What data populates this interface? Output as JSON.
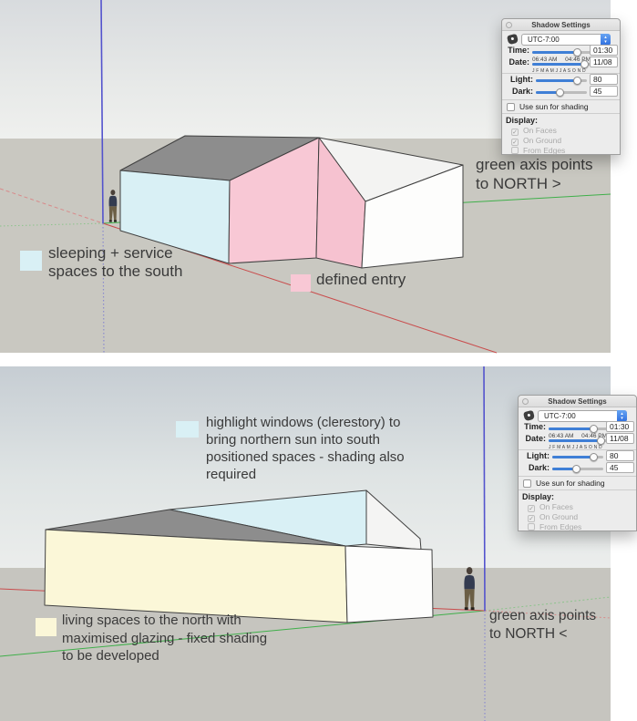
{
  "colors": {
    "face_blue": "#d9f0f5",
    "face_pink": "#f8c8d5",
    "face_pink2": "#f6c2d0",
    "face_yellow": "#fbf7d8",
    "roof_gray": "#8d8d8d",
    "roof_white": "#f3f3f2",
    "wall_white": "#fdfdfc",
    "gable_white": "#f4f4f3",
    "axis_red": "#c94c4c",
    "axis_green": "#3faf4a",
    "axis_blue": "#5353cd",
    "annotation_text": "#3a3a3a"
  },
  "scene_top": {
    "annotations": {
      "sleeping_line1": "sleeping + service",
      "sleeping_line2": "spaces to the south",
      "entry_label": "defined entry",
      "north_line1": "green axis points",
      "north_line2": "to NORTH >"
    }
  },
  "scene_bottom": {
    "annotations": {
      "clerestory_line1": "highlight windows (clerestory) to",
      "clerestory_line2": "bring northern sun into south",
      "clerestory_line3": "positioned spaces - shading also",
      "clerestory_line4": "required",
      "living_line1": "living spaces to the north with",
      "living_line2": "maximised glazing - fixed shading",
      "living_line3": "to be developed",
      "north_line1": "green axis points",
      "north_line2": "to NORTH <"
    }
  },
  "shadow_settings": {
    "title": "Shadow Settings",
    "timezone": "UTC-7:00",
    "time_label": "Time:",
    "date_label": "Date:",
    "sunrise": "06:43 AM",
    "sunset": "04:46 PM",
    "time_value": "01:30",
    "date_value": "11/08",
    "months": "J F M A M J J A S O N D",
    "light_label": "Light:",
    "light_value": "80",
    "dark_label": "Dark:",
    "dark_value": "45",
    "use_sun_label": "Use sun for shading",
    "display_label": "Display:",
    "option_on_faces": "On Faces",
    "option_on_ground": "On Ground",
    "option_from_edges": "From Edges",
    "icons": {
      "up": "▴",
      "down": "▾",
      "check": "✓"
    }
  }
}
